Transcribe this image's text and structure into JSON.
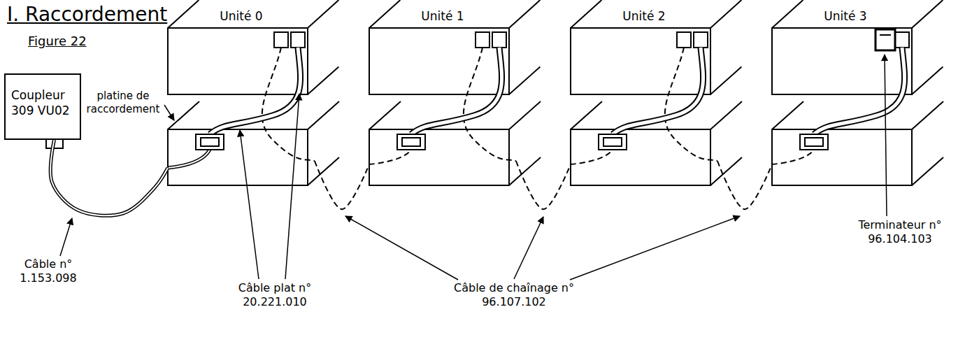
{
  "diagram": {
    "title": "I. Raccordement",
    "nodes": [
      {
        "text": [
          "Coupleur 309 VU02"
        ]
      },
      {
        "text": [
          "Unité 0"
        ]
      },
      {
        "text": [
          "Unité 1"
        ]
      },
      {
        "text": [
          "Unité 2"
        ]
      },
      {
        "text": [
          "Unité 3"
        ]
      }
    ],
    "edges": [
      {
        "from": 0,
        "to": 1,
        "arrow": "none"
      },
      {
        "from": 1,
        "to": 2,
        "arrow": "none"
      },
      {
        "from": 2,
        "to": 3,
        "arrow": "none"
      },
      {
        "from": 3,
        "to": 4,
        "arrow": "none"
      }
    ],
    "labels": [
      "Figure 22",
      "platine de raccordement",
      "Câble n° 1.153.098",
      "Câble plat n° 20.221.010",
      "Câble de chaînage n° 96.107.102",
      "Terminateur n° 96.104.103"
    ]
  }
}
